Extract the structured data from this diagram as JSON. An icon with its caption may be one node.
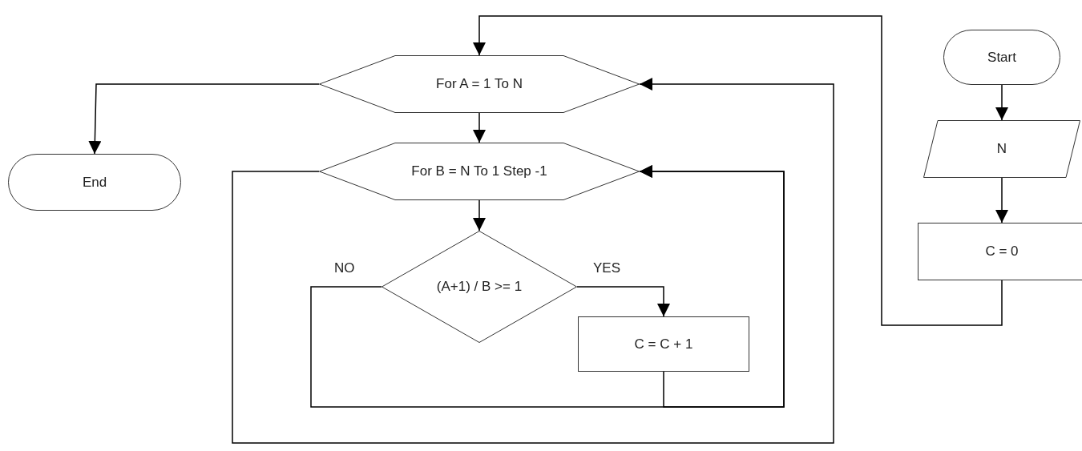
{
  "diagram": {
    "nodes": [
      {
        "text": [
          "Start"
        ]
      },
      {
        "text": [
          "N"
        ]
      },
      {
        "text": [
          "C = 0"
        ]
      },
      {
        "text": [
          "For A = 1 To N"
        ]
      },
      {
        "text": [
          "End"
        ]
      },
      {
        "text": [
          "For B = N To 1 Step -1"
        ]
      },
      {
        "text": [
          "(A+1) / B >= 1"
        ]
      },
      {
        "text": [
          "C = C + 1"
        ]
      }
    ],
    "edges": [
      {
        "from": 0,
        "to": 1,
        "arrow": "to"
      },
      {
        "from": 1,
        "to": 2,
        "arrow": "to"
      },
      {
        "from": 2,
        "to": 3,
        "arrow": "to"
      },
      {
        "from": 3,
        "to": 4,
        "arrow": "to"
      },
      {
        "from": 3,
        "to": 5,
        "arrow": "to"
      },
      {
        "from": 5,
        "to": 6,
        "arrow": "to"
      },
      {
        "from": 6,
        "to": 7,
        "arrow": "to",
        "label": "YES"
      },
      {
        "from": 6,
        "to": 5,
        "arrow": "to",
        "label": "NO"
      },
      {
        "from": 7,
        "to": 5,
        "arrow": "to"
      },
      {
        "from": 5,
        "to": 3,
        "arrow": "to"
      }
    ]
  }
}
